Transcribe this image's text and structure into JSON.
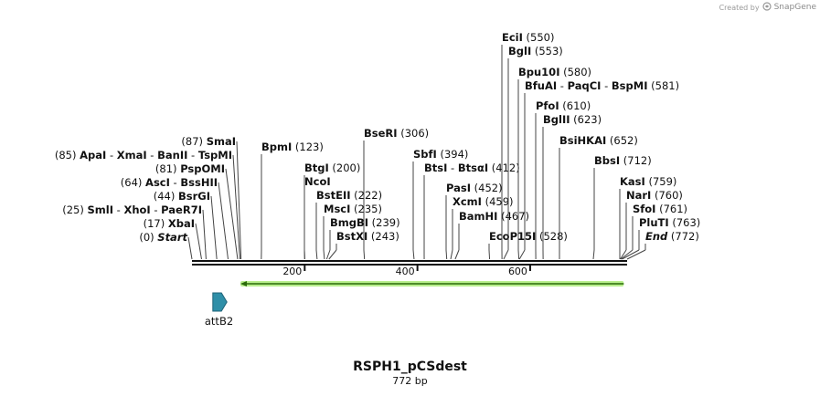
{
  "credit": {
    "prefix": "Created by",
    "brand": "SnapGene"
  },
  "plasmid": {
    "name": "RSPH1_pCSdest",
    "length_label": "772 bp",
    "length": 772
  },
  "ruler": {
    "ticks": [
      {
        "value": 200,
        "label": "200"
      },
      {
        "value": 400,
        "label": "400"
      },
      {
        "value": 600,
        "label": "600"
      }
    ]
  },
  "left_labels": [
    {
      "pos_label": "(0)",
      "items": [
        {
          "name": "Start",
          "italic": true
        }
      ],
      "pos": 0
    },
    {
      "pos_label": "(17)",
      "items": [
        {
          "name": "XbaI"
        }
      ],
      "pos": 17
    },
    {
      "pos_label": "(25)",
      "items": [
        {
          "name": "SmlI"
        },
        {
          "name": "XhoI"
        },
        {
          "name": "PaeR7I"
        }
      ],
      "pos": 25
    },
    {
      "pos_label": "(44)",
      "items": [
        {
          "name": "BsrGI"
        }
      ],
      "pos": 44
    },
    {
      "pos_label": "(64)",
      "items": [
        {
          "name": "AscI"
        },
        {
          "name": "BssHII"
        }
      ],
      "pos": 64
    },
    {
      "pos_label": "(81)",
      "items": [
        {
          "name": "PspOMI"
        }
      ],
      "pos": 81
    },
    {
      "pos_label": "(85)",
      "items": [
        {
          "name": "ApaI"
        },
        {
          "name": "XmaI"
        },
        {
          "name": "BanII"
        },
        {
          "name": "TspMI"
        }
      ],
      "pos": 85
    },
    {
      "pos_label": "(87)",
      "items": [
        {
          "name": "SmaI"
        }
      ],
      "pos": 87
    }
  ],
  "right_labels": [
    {
      "items": [
        {
          "name": "BpmI"
        }
      ],
      "pos_label": "(123)",
      "pos": 123
    },
    {
      "items": [
        {
          "name": "BtgI"
        }
      ],
      "pos_label": "(200)",
      "pos": 200
    },
    {
      "items": [
        {
          "name": "NcoI"
        }
      ],
      "pos_label": "",
      "pos": 200
    },
    {
      "items": [
        {
          "name": "BstEII"
        }
      ],
      "pos_label": "(222)",
      "pos": 222
    },
    {
      "items": [
        {
          "name": "MscI"
        }
      ],
      "pos_label": "(235)",
      "pos": 235
    },
    {
      "items": [
        {
          "name": "BmgBI"
        }
      ],
      "pos_label": "(239)",
      "pos": 239
    },
    {
      "items": [
        {
          "name": "BstXI"
        }
      ],
      "pos_label": "(243)",
      "pos": 243
    },
    {
      "items": [
        {
          "name": "BseRI"
        }
      ],
      "pos_label": "(306)",
      "pos": 306
    },
    {
      "items": [
        {
          "name": "SbfI"
        }
      ],
      "pos_label": "(394)",
      "pos": 394
    },
    {
      "items": [
        {
          "name": "BtsI"
        },
        {
          "name": "BtsαI"
        }
      ],
      "pos_label": "(412)",
      "pos": 412
    },
    {
      "items": [
        {
          "name": "PasI"
        }
      ],
      "pos_label": "(452)",
      "pos": 452
    },
    {
      "items": [
        {
          "name": "XcmI"
        }
      ],
      "pos_label": "(459)",
      "pos": 459
    },
    {
      "items": [
        {
          "name": "BamHI"
        }
      ],
      "pos_label": "(467)",
      "pos": 467
    },
    {
      "items": [
        {
          "name": "EcoP15I"
        }
      ],
      "pos_label": "(528)",
      "pos": 528
    },
    {
      "items": [
        {
          "name": "EciI"
        }
      ],
      "pos_label": "(550)",
      "pos": 550
    },
    {
      "items": [
        {
          "name": "BglI"
        }
      ],
      "pos_label": "(553)",
      "pos": 553
    },
    {
      "items": [
        {
          "name": "Bpu10I"
        }
      ],
      "pos_label": "(580)",
      "pos": 580
    },
    {
      "items": [
        {
          "name": "BfuAI"
        },
        {
          "name": "PaqCI"
        },
        {
          "name": "BspMI"
        }
      ],
      "pos_label": "(581)",
      "pos": 581
    },
    {
      "items": [
        {
          "name": "PfoI"
        }
      ],
      "pos_label": "(610)",
      "pos": 610
    },
    {
      "items": [
        {
          "name": "BglII"
        }
      ],
      "pos_label": "(623)",
      "pos": 623
    },
    {
      "items": [
        {
          "name": "BsiHKAI"
        }
      ],
      "pos_label": "(652)",
      "pos": 652
    },
    {
      "items": [
        {
          "name": "BbsI"
        }
      ],
      "pos_label": "(712)",
      "pos": 712
    },
    {
      "items": [
        {
          "name": "KasI"
        }
      ],
      "pos_label": "(759)",
      "pos": 759
    },
    {
      "items": [
        {
          "name": "NarI"
        }
      ],
      "pos_label": "(760)",
      "pos": 760
    },
    {
      "items": [
        {
          "name": "SfoI"
        }
      ],
      "pos_label": "(761)",
      "pos": 761
    },
    {
      "items": [
        {
          "name": "PluTI"
        }
      ],
      "pos_label": "(763)",
      "pos": 763
    },
    {
      "items": [
        {
          "name": "End",
          "italic": true
        }
      ],
      "pos_label": "(772)",
      "pos": 772
    }
  ],
  "features": [
    {
      "name": "attB2",
      "start": 37,
      "end": 62,
      "direction": "forward",
      "color": "#2f8fa8"
    },
    {
      "name": "",
      "start": 86,
      "end": 766,
      "direction": "reverse",
      "color": "#7bd12a"
    }
  ],
  "colors": {
    "backbone": "#111111",
    "feature_green": "#7bd12a",
    "feature_green_edge": "#b9ef8d",
    "attB2": "#2f8fa8"
  }
}
